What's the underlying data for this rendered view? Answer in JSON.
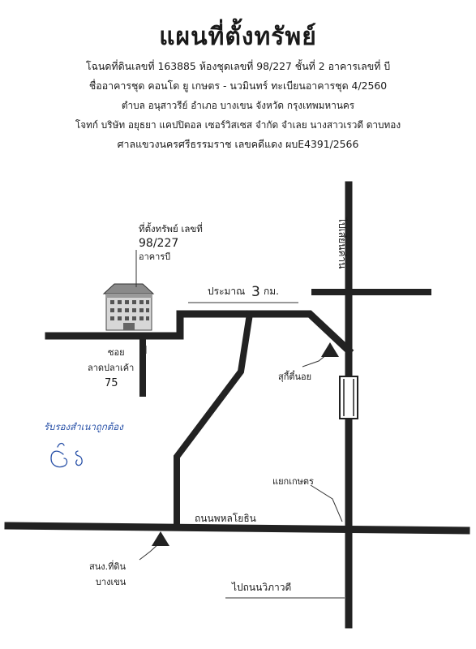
{
  "title": "แผนที่ตั้งทรัพย์",
  "info_lines": [
    "โฉนดที่ดินเลขที่ 163885 ห้องชุดเลขที่ 98/227 ชั้นที่ 2 อาคารเลขที่ บี",
    "ชื่ออาคารชุด คอนโด ยู เกษตร - นวมินทร์  ทะเบียนอาคารชุด 4/2560",
    "ตำบล อนุสาวรีย์ อำเภอ บางเขน จังหวัด กรุงเทพมหานคร",
    "โจทก์ บริษัท อยุธยา แคปปิตอล เซอร์วิสเซส จำกัด  จำเลย นางสาวเรวดี ดาบทอง",
    "ศาลแขวงนครศรีธรรมราช เลขคดีแดง ผบE4391/2566"
  ],
  "map": {
    "property": {
      "label": "ที่ตั้งทรัพย์ เลขที่",
      "number": "98/227",
      "building": "อาคารบี"
    },
    "distance_label": "ประมาณ",
    "distance_value": "3",
    "distance_unit": "กม.",
    "soi": {
      "label": "ซอย",
      "name": "ลาดปลาเค้า",
      "number": "75"
    },
    "to_saphan_mai": "ไปเสียนคำน",
    "sukhumvit_landmark": "สุกี้ตี๋นอย",
    "kaset_intersection": "แยกเกษตร",
    "phahonyothin": "ถนนพหลโยธิน",
    "vibhavadi": "ไปถนนวิภาวดี",
    "land_office": {
      "line1": "สนง.ที่ดิน",
      "line2": "บางเขน"
    }
  },
  "signature_note": "รับรองสำเนาถูกต้อง"
}
